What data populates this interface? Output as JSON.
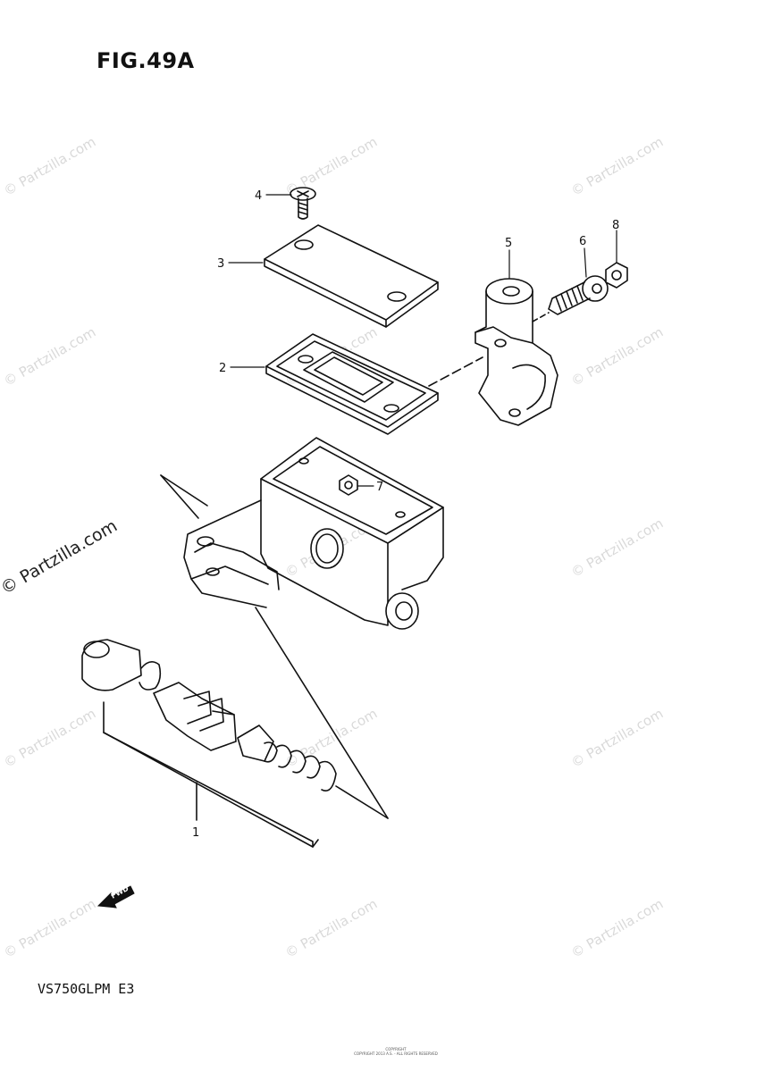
{
  "figure": {
    "title": "FIG.49A",
    "model_code": "VS750GLPM  E3"
  },
  "footer": {
    "note_line1": "COPYRIGHT",
    "note_line2": "COPYRIGHT 2013 A.S. - ALL RIGHTS RESERVED"
  },
  "watermark": {
    "text": "© Partzilla.com"
  },
  "callouts": [
    {
      "label": "1"
    },
    {
      "label": "2"
    },
    {
      "label": "3"
    },
    {
      "label": "4"
    },
    {
      "label": "5"
    },
    {
      "label": "6"
    },
    {
      "label": "7"
    },
    {
      "label": "8"
    }
  ],
  "fwd_marker": {
    "text": "FWD"
  }
}
